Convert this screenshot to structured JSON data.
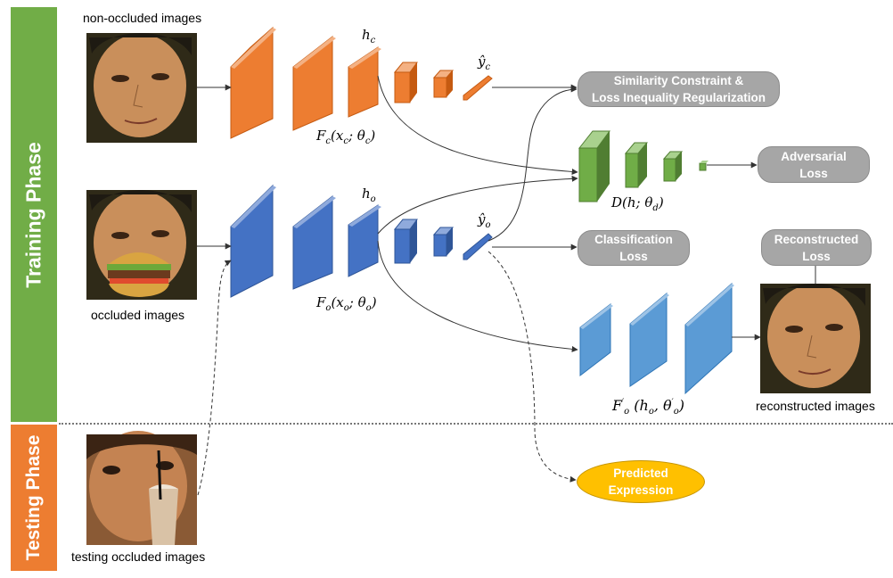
{
  "phases": {
    "training": "Training  Phase",
    "testing": "Testing Phase"
  },
  "captions": {
    "non_occluded": "non-occluded images",
    "occluded": "occluded images",
    "testing_occluded": "testing occluded images",
    "reconstructed": "reconstructed images"
  },
  "math_labels": {
    "h_c": {
      "base": "h",
      "sub": "c"
    },
    "y_c": {
      "base": "ŷ",
      "sub": "c"
    },
    "F_c": {
      "base": "F",
      "sub": "c",
      "args": "(x",
      "args_sub": "c",
      "args_rest": "; θ",
      "theta_sub": "c",
      "close": ")"
    },
    "h_o": {
      "base": "h",
      "sub": "o"
    },
    "y_o": {
      "base": "ŷ",
      "sub": "o"
    },
    "F_o": {
      "base": "F",
      "sub": "o",
      "args": "(x",
      "args_sub": "o",
      "args_rest": "; θ",
      "theta_sub": "o",
      "close": ")"
    },
    "D": {
      "text": "D(h; θ",
      "sub": "d",
      "close": ")"
    },
    "F_o_prime": {
      "base": "F",
      "sup": "′",
      "sub": "o",
      "open": " (h",
      "h_sub": "o",
      "mid": ", θ",
      "theta_sup": "′",
      "theta_sub": "o",
      "close": ")"
    }
  },
  "boxes": {
    "similarity": "Similarity Constraint &\nLoss Inequality Regularization",
    "adversarial": "Adversarial\nLoss",
    "classification": "Classification\nLoss",
    "reconstructed": "Reconstructed\nLoss",
    "predicted": "Predicted\nExpression"
  },
  "colors": {
    "training_phase": "#71ad47",
    "testing_phase": "#ed7d31",
    "orange_layers": "#ed7d31",
    "blue_layers": "#4472c4",
    "green_layers": "#70ad47",
    "light_blue_layers": "#5b9bd5",
    "loss_box": "#a6a6a6",
    "prediction": "#ffc000"
  }
}
